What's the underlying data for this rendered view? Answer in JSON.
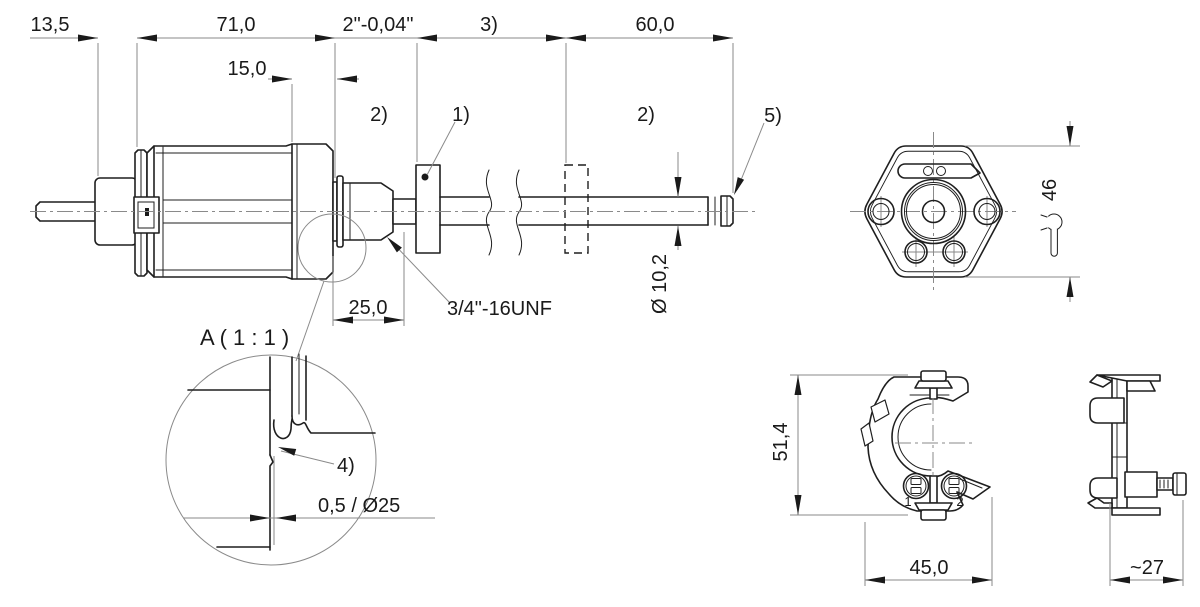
{
  "drawing": {
    "background": "#ffffff",
    "object_line_color": "#1f1f1f",
    "thin_line_color": "#8a8a8a",
    "main_view": {
      "dim_13_5": "13,5",
      "dim_71": "71,0",
      "dim_2in": "2\"-0,04\"",
      "dim_stroke_ref": "3)",
      "dim_60": "60,0",
      "dim_15": "15,0",
      "dim_25": "25,0",
      "dim_rod_diameter": "Ø 10,2",
      "thread_label": "3/4\"-16UNF",
      "callout_clamp_left": "2)",
      "callout_flange": "1)",
      "callout_clamp_right": "2)",
      "callout_rod_tip": "5)"
    },
    "detail_view": {
      "title": "A  ( 1 : 1 )",
      "callout_groove": "4)",
      "dim_recess": "0,5 / Ø25"
    },
    "flange_view": {
      "dim_across_flats": "46"
    },
    "clamp_front_view": {
      "dim_height": "51,4",
      "dim_width": "45,0",
      "port_1": "1",
      "port_2": "2"
    },
    "clamp_side_view": {
      "dim_depth": "~27"
    }
  }
}
